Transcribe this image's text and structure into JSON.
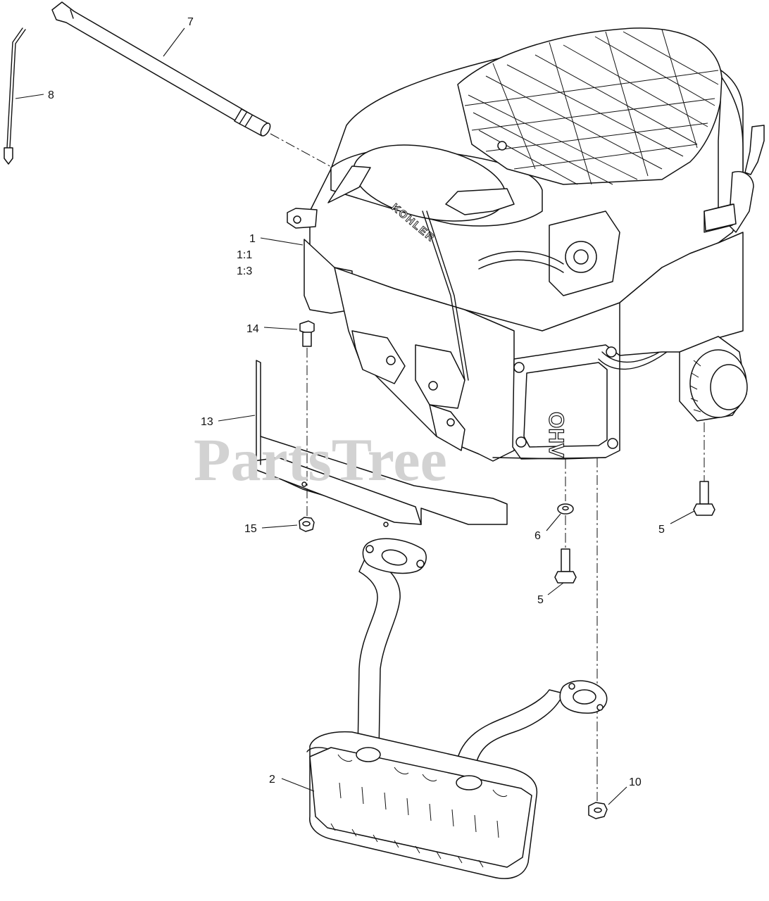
{
  "watermark": "PartsTree",
  "engine_brand": "KOHLER",
  "valve_cover_label": "OHV",
  "callouts": {
    "c7": "7",
    "c8": "8",
    "c1": "1",
    "c1_1": "1:1",
    "c1_3": "1:3",
    "c14": "14",
    "c13": "13",
    "c15": "15",
    "c6": "6",
    "c5a": "5",
    "c5b": "5",
    "c2": "2",
    "c10": "10"
  }
}
